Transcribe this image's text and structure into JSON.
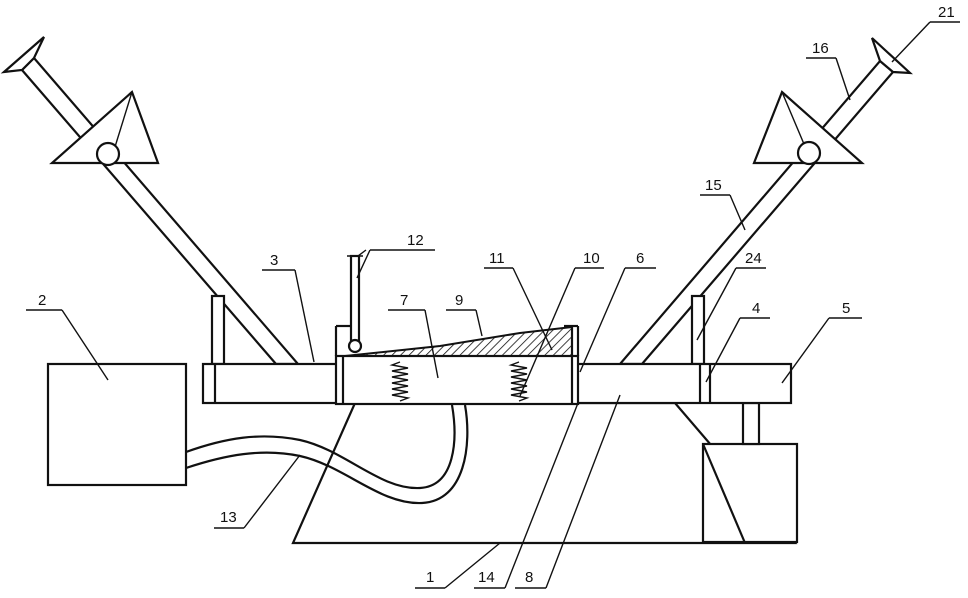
{
  "figure": {
    "background": "#ffffff",
    "stroke_color": "#111111",
    "hatch_color": "#111111"
  },
  "labels": {
    "l1": "1",
    "l2": "2",
    "l3": "3",
    "l4": "4",
    "l5": "5",
    "l6": "6",
    "l7": "7",
    "l8": "8",
    "l9": "9",
    "l10": "10",
    "l11": "11",
    "l12": "12",
    "l13": "13",
    "l14": "14",
    "l15": "15",
    "l16": "16",
    "l21": "21",
    "l24": "24"
  }
}
